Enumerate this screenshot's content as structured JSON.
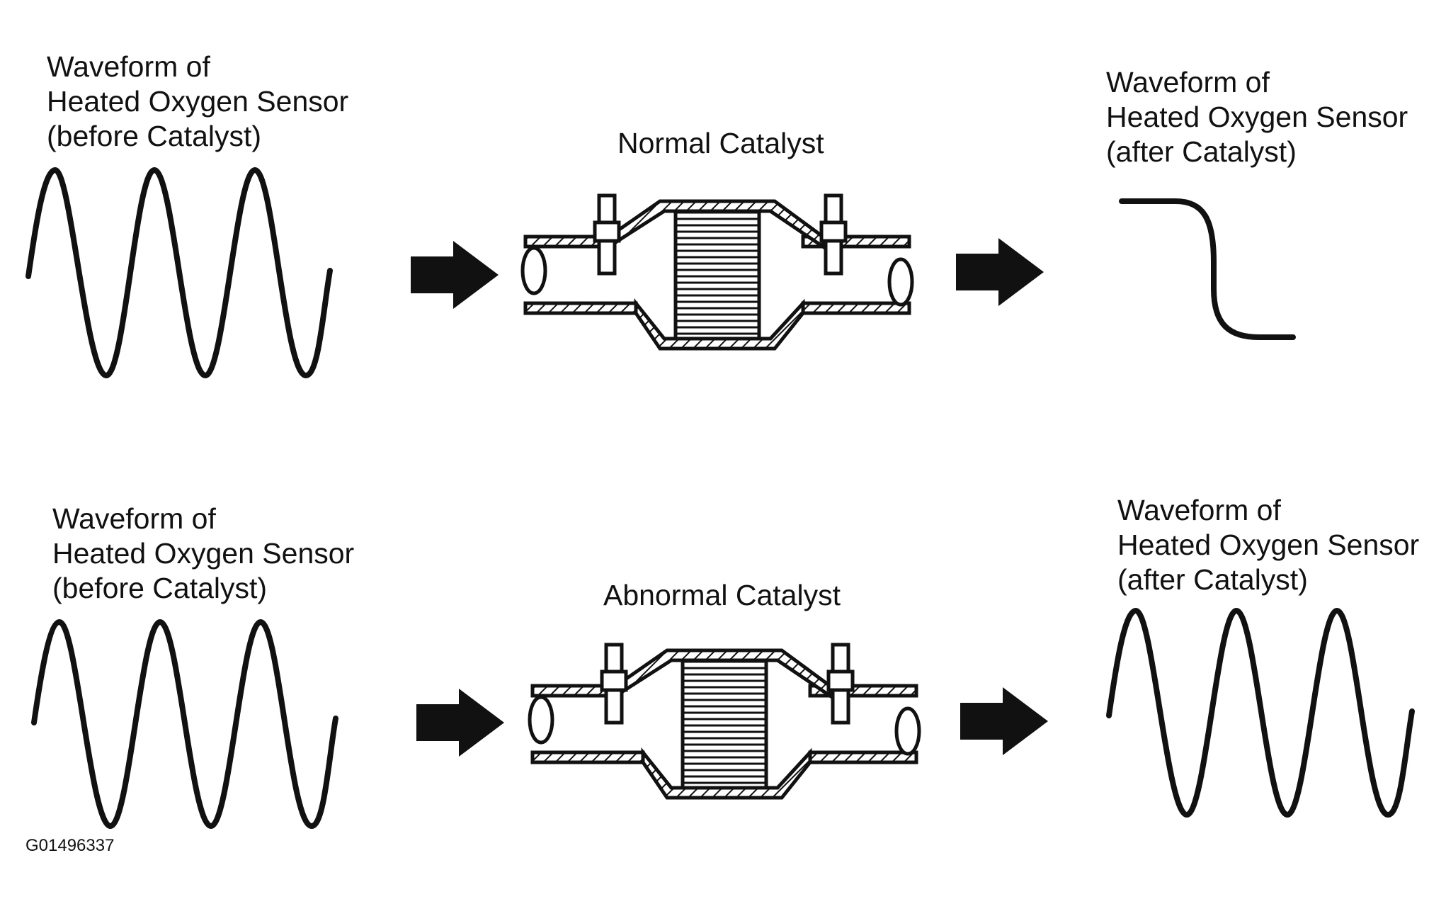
{
  "top_row": {
    "before_label": [
      "Waveform of",
      "Heated Oxygen Sensor",
      "(before Catalyst)"
    ],
    "catalyst_label": "Normal Catalyst",
    "after_label": [
      "Waveform of",
      "Heated Oxygen Sensor",
      "(after Catalyst)"
    ],
    "after_waveform": "flat-step"
  },
  "bottom_row": {
    "before_label": [
      "Waveform of",
      "Heated Oxygen Sensor",
      "(before Catalyst)"
    ],
    "catalyst_label": "Abnormal Catalyst",
    "after_label": [
      "Waveform of",
      "Heated Oxygen Sensor",
      "(after Catalyst)"
    ],
    "after_waveform": "oscillating"
  },
  "figure_id": "G01496337",
  "colors": {
    "ink": "#111111",
    "background": "#ffffff"
  }
}
